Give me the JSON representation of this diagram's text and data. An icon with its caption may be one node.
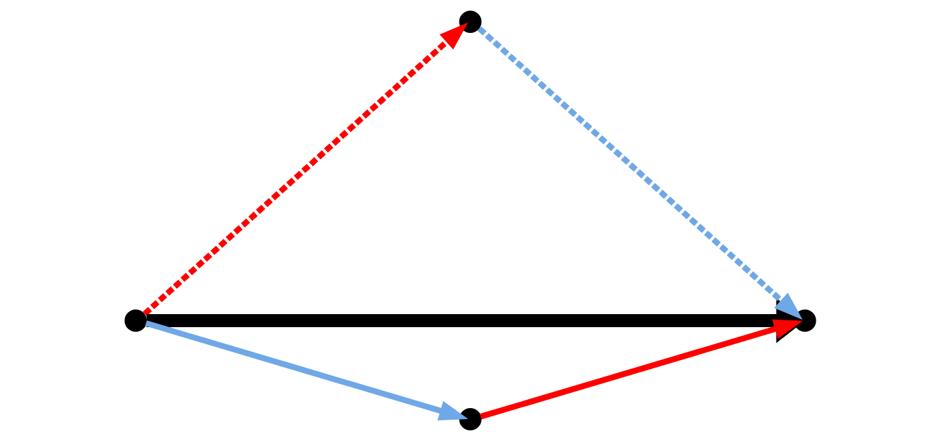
{
  "diagram": {
    "nodes": [
      {
        "text": [],
        "shape": "point"
      },
      {
        "text": [],
        "shape": "point"
      },
      {
        "text": [],
        "shape": "point"
      },
      {
        "text": [],
        "shape": "point"
      }
    ],
    "edges": [
      {
        "from": 0,
        "to": 1,
        "arrow": "to",
        "style": "dashed",
        "color": "#ff0000"
      },
      {
        "from": 1,
        "to": 2,
        "arrow": "to",
        "style": "dashed",
        "color": "#6fa8e6"
      },
      {
        "from": 0,
        "to": 3,
        "arrow": "to",
        "color": "#6fa8e6"
      },
      {
        "from": 3,
        "to": 2,
        "arrow": "to",
        "color": "#ff0000"
      },
      {
        "from": 0,
        "to": 2,
        "arrow": "to",
        "style": "thick",
        "color": "#000000"
      }
    ]
  }
}
